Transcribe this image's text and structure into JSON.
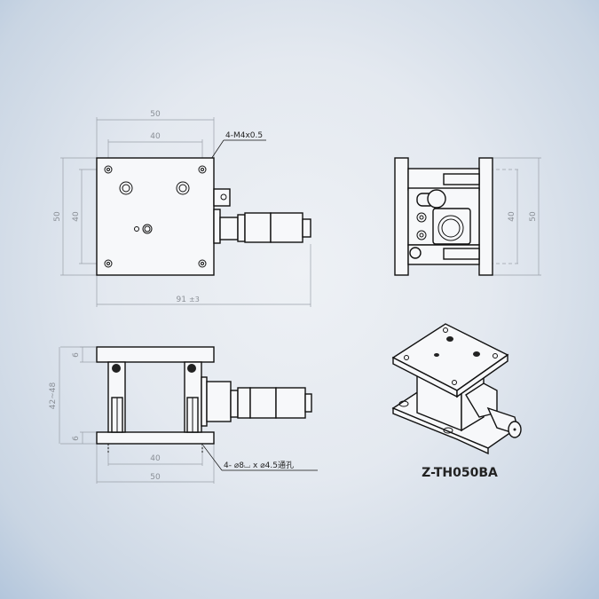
{
  "drawing": {
    "model_name": "Z-TH050BA",
    "top_view": {
      "width_outer": "50",
      "width_holes": "40",
      "height_outer": "50",
      "height_holes": "40",
      "overall_length": "91",
      "overall_tolerance": "±3",
      "thread_callout": "4-M4x0.5"
    },
    "side_view": {
      "height_outer": "50",
      "height_holes": "40"
    },
    "front_view": {
      "top_plate": "6",
      "bottom_plate": "6",
      "height_range": "42~48",
      "hole_spacing": "40",
      "base_width": "50",
      "hole_callout": "4- ⌀8⌴ x ⌀4.5通孔"
    }
  }
}
